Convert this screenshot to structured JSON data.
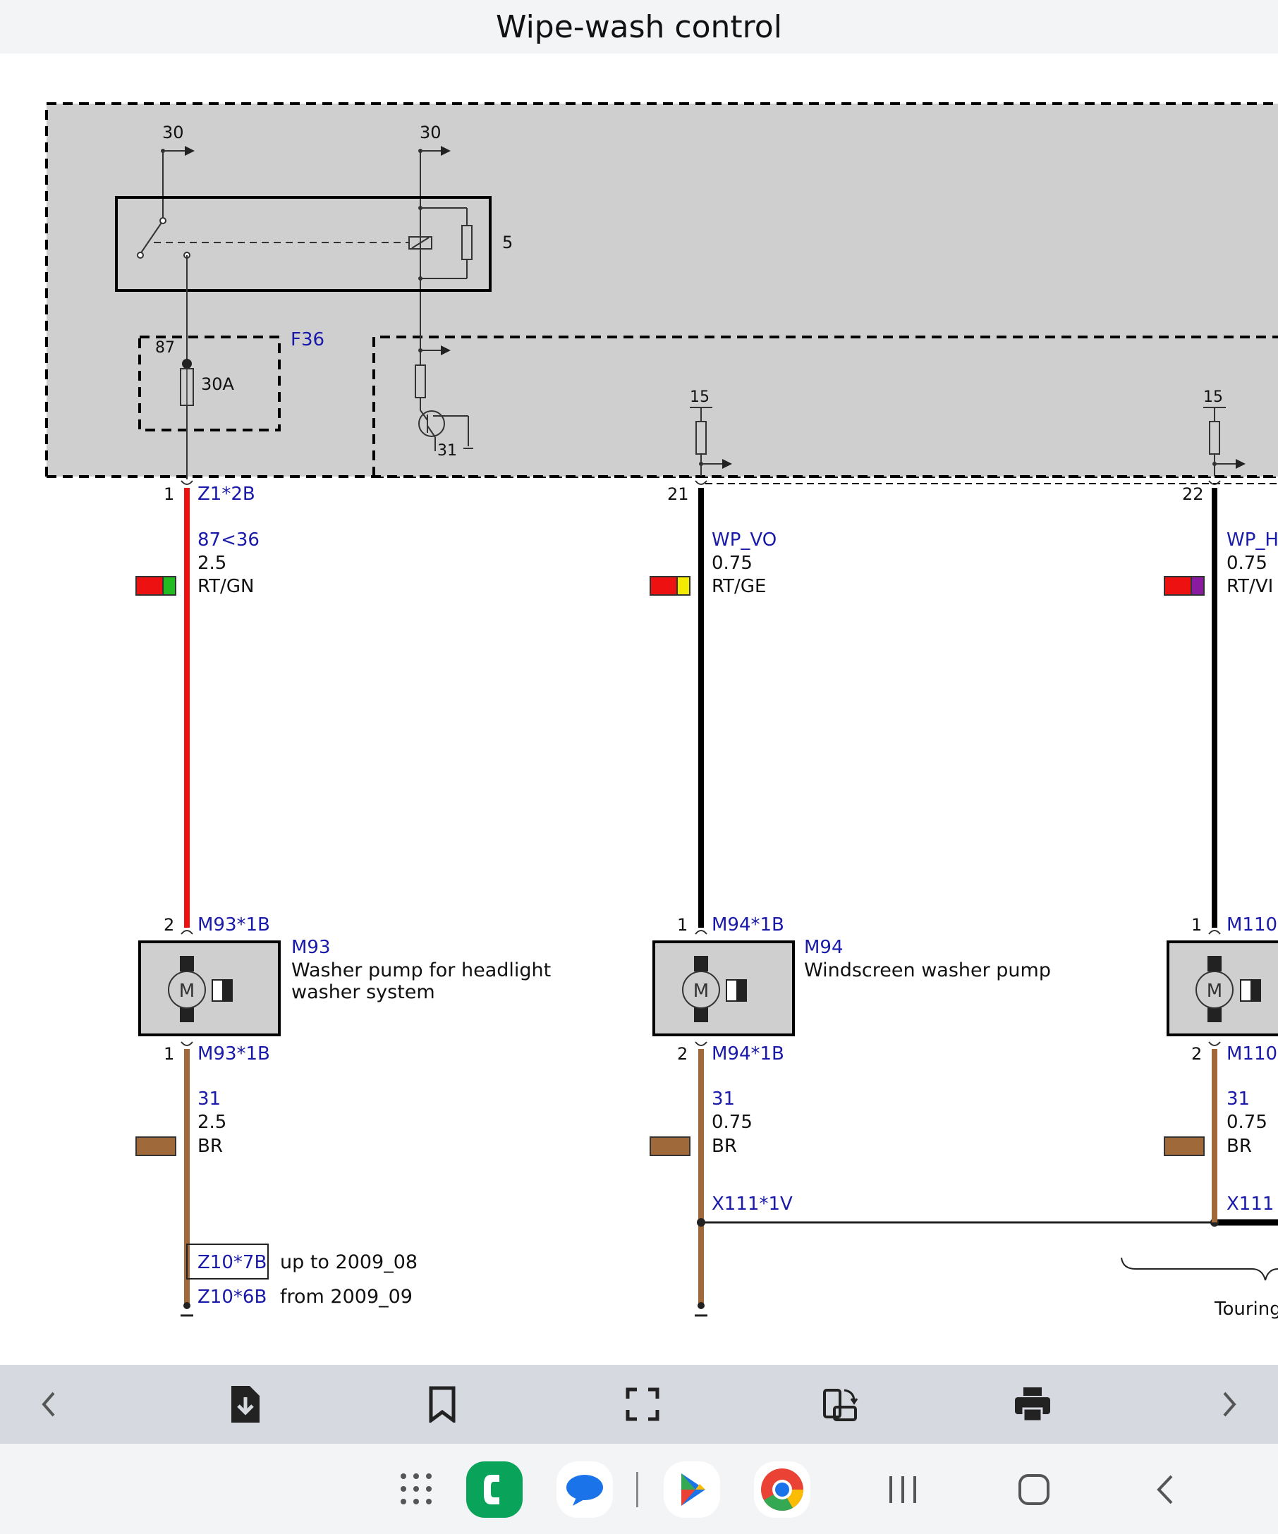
{
  "header": {
    "title": "Wipe-wash control"
  },
  "diagram": {
    "pins": {
      "supply_left": "30",
      "supply_right": "30",
      "relay_number": "5",
      "fuse_terminal": "87",
      "fuse_id": "F36",
      "fuse_rating": "30A",
      "ground_transistor": "31",
      "term15_a": "15",
      "term15_b": "15"
    },
    "wires": [
      {
        "pin_top": "1",
        "conn_top": "Z1*2B",
        "signal": "87<36",
        "gauge": "2.5",
        "color_code": "RT/GN",
        "c1": "#ee1111",
        "c2": "#22bb22",
        "line": "#ee1111"
      },
      {
        "pin_top": "21",
        "conn_top": "",
        "signal": "WP_VO",
        "gauge": "0.75",
        "color_code": "RT/GE",
        "c1": "#ee1111",
        "c2": "#f2ea00",
        "line": "#000000"
      },
      {
        "pin_top": "22",
        "conn_top": "",
        "signal": "WP_H",
        "gauge": "0.75",
        "color_code": "RT/VI",
        "c1": "#ee1111",
        "c2": "#8a1aa0",
        "line": "#000000"
      }
    ],
    "components": [
      {
        "pin_top": "2",
        "conn_top": "M93*1B",
        "id": "M93",
        "desc1": "Washer pump for headlight",
        "desc2": "washer system",
        "pin_bottom": "1",
        "conn_bottom": "M93*1B",
        "motor": "M"
      },
      {
        "pin_top": "1",
        "conn_top": "M94*1B",
        "id": "M94",
        "desc1": "Windscreen washer pump",
        "desc2": "",
        "pin_bottom": "2",
        "conn_bottom": "M94*1B",
        "motor": "M"
      },
      {
        "pin_top": "1",
        "conn_top": "M110",
        "pin_bottom": "2",
        "conn_bottom": "M110",
        "motor": "M"
      }
    ],
    "grounds": [
      {
        "signal": "31",
        "gauge": "2.5",
        "color_code": "BR"
      },
      {
        "signal": "31",
        "gauge": "0.75",
        "color_code": "BR"
      },
      {
        "signal": "31",
        "gauge": "0.75",
        "color_code": "BR"
      }
    ],
    "ground_color": "#a0693a",
    "splice_a": "X111*1V",
    "splice_b": "X111",
    "ground_variant_1": {
      "conn": "Z10*7B",
      "note": "up to 2009_08"
    },
    "ground_variant_2": {
      "conn": "Z10*6B",
      "note": "from 2009_09"
    },
    "bracket_label": "Touring",
    "box_fill": "#cfcfcf",
    "link_color": "#1a1aaa"
  },
  "toolbar": {
    "icons": [
      "chevron-left-icon",
      "download-icon",
      "bookmark-icon",
      "fullscreen-icon",
      "rotate-screen-icon",
      "print-icon",
      "chevron-right-icon"
    ]
  },
  "navbar": {
    "icons": [
      "apps-grid-icon",
      "phone-app-icon",
      "messages-app-icon",
      "play-store-icon",
      "chrome-icon",
      "recents-icon",
      "home-icon",
      "back-icon"
    ]
  }
}
